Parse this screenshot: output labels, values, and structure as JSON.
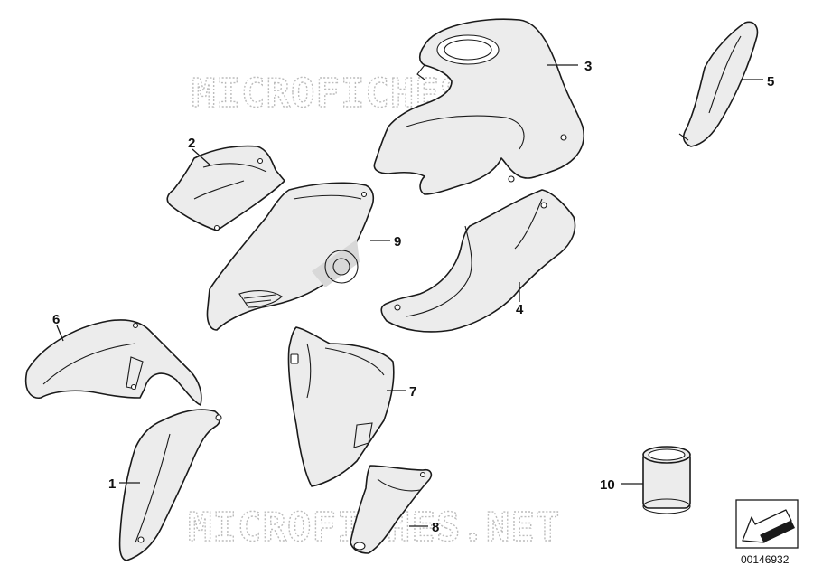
{
  "watermark": "MICROFICHES.NET",
  "doc_number": "00146932",
  "callouts": [
    "1",
    "2",
    "3",
    "4",
    "5",
    "6",
    "7",
    "8",
    "9",
    "10"
  ],
  "parts": [
    "part-1-side-panel",
    "part-2-small-cover",
    "part-3-tank-cover",
    "part-4-side-trim",
    "part-5-small-trim",
    "part-6-front-fender",
    "part-7-fairing-panel",
    "part-8-lower-bracket",
    "part-9-headlight-cover",
    "part-10-sleeve"
  ]
}
